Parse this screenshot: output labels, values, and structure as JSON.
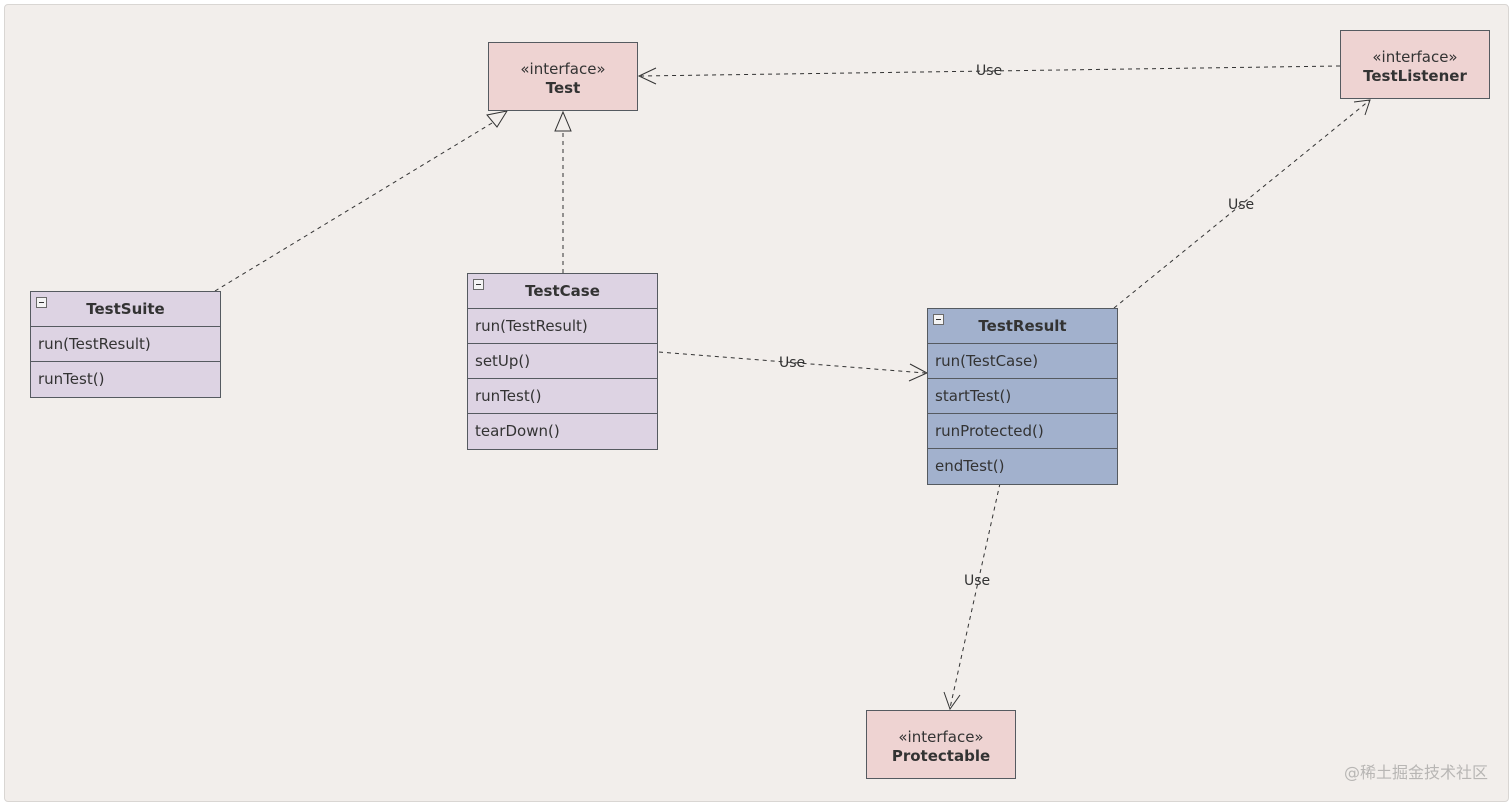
{
  "colors": {
    "canvas": "#f2eeeb",
    "interface_fill": "#eed3d2",
    "class_fill": "#ddd3e3",
    "highlight_fill": "#a2b1cd",
    "line": "#333333"
  },
  "interfaces": {
    "test": {
      "stereotype": "«interface»",
      "name": "Test"
    },
    "test_listener": {
      "stereotype": "«interface»",
      "name": "TestListener"
    },
    "protectable": {
      "stereotype": "«interface»",
      "name": "Protectable"
    }
  },
  "classes": {
    "test_suite": {
      "name": "TestSuite",
      "methods": [
        "run(TestResult)",
        "runTest()"
      ]
    },
    "test_case": {
      "name": "TestCase",
      "methods": [
        "run(TestResult)",
        "setUp()",
        "runTest()",
        "tearDown()"
      ]
    },
    "test_result": {
      "name": "TestResult",
      "methods": [
        "run(TestCase)",
        "startTest()",
        "runProtected()",
        "endTest()"
      ]
    }
  },
  "relations": {
    "use_label": "Use"
  },
  "watermark": "@稀土掘金技术社区"
}
